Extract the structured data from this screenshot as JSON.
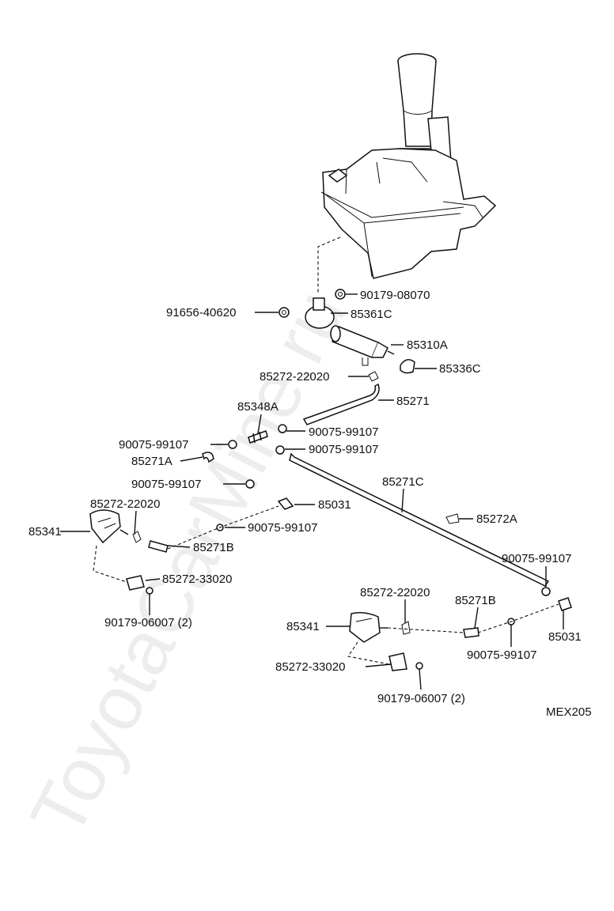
{
  "watermark": "ToyotaCarMine.ru",
  "diagram_code": "MEX205",
  "labels": {
    "p90179_08070": "90179-08070",
    "p91656_40620": "91656-40620",
    "p85361C": "85361C",
    "p85310A": "85310A",
    "p85272_22020_top": "85272-22020",
    "p85336C": "85336C",
    "p85271": "85271",
    "p85348A": "85348A",
    "p90075_a": "90075-99107",
    "p90075_b": "90075-99107",
    "p90075_c": "90075-99107",
    "p85271A": "85271A",
    "p90075_d": "90075-99107",
    "p85271C": "85271C",
    "p85272_22020_left": "85272-22020",
    "p85031_left": "85031",
    "p85341_left": "85341",
    "p90075_e": "90075-99107",
    "p85272A": "85272A",
    "p85271B_left": "85271B",
    "p85272_33020_left": "85272-33020",
    "p90179_06007_left": "90179-06007 (2)",
    "p90075_f": "90075-99107",
    "p85272_22020_right": "85272-22020",
    "p85271B_right": "85271B",
    "p85341_right": "85341",
    "p85031_right": "85031",
    "p90075_g": "90075-99107",
    "p85272_33020_right": "85272-33020",
    "p90179_06007_right": "90179-06007 (2)"
  }
}
